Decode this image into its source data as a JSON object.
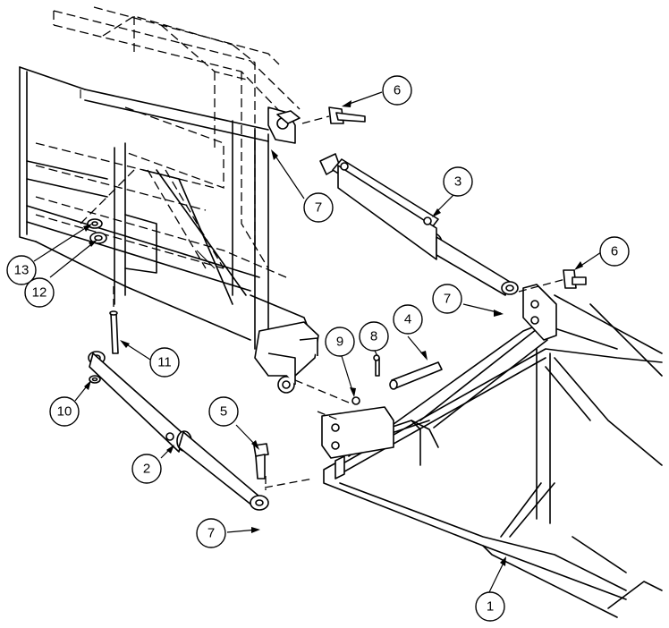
{
  "callouts": [
    {
      "id": "c6a",
      "label": "6"
    },
    {
      "id": "c7a",
      "label": "7"
    },
    {
      "id": "c3",
      "label": "3"
    },
    {
      "id": "c6b",
      "label": "6"
    },
    {
      "id": "c7b",
      "label": "7"
    },
    {
      "id": "c4",
      "label": "4"
    },
    {
      "id": "c8",
      "label": "8"
    },
    {
      "id": "c9",
      "label": "9"
    },
    {
      "id": "c13",
      "label": "13"
    },
    {
      "id": "c12",
      "label": "12"
    },
    {
      "id": "c11",
      "label": "11"
    },
    {
      "id": "c10",
      "label": "10"
    },
    {
      "id": "c5",
      "label": "5"
    },
    {
      "id": "c2",
      "label": "2"
    },
    {
      "id": "c7c",
      "label": "7"
    },
    {
      "id": "c1",
      "label": "1"
    }
  ]
}
